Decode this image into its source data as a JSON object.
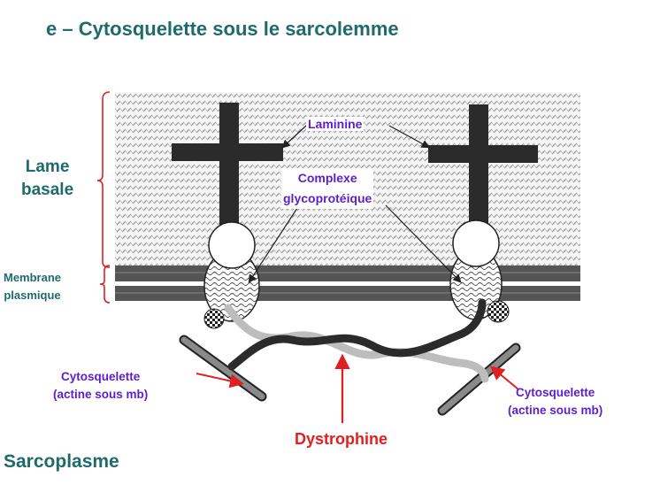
{
  "title": "e – Cytosquelette sous le sarcolemme",
  "labels": {
    "lame_basale": "Lame\nbasale",
    "membrane_plasmique": "Membrane\nplasmique",
    "laminine": "Laminine",
    "complexe": "Complexe\nglycoprotéique",
    "cyto_left": "Cytosquelette\n(actine sous mb)",
    "cyto_right": "Cytosquelette\n(actine sous mb)",
    "dystrophine": "Dystrophine",
    "sarcoplasme": "Sarcoplasme"
  },
  "colors": {
    "teal": "#1f6b6b",
    "purple": "#5b1fcc",
    "red": "#e02020",
    "dark": "#2b2b2b"
  }
}
